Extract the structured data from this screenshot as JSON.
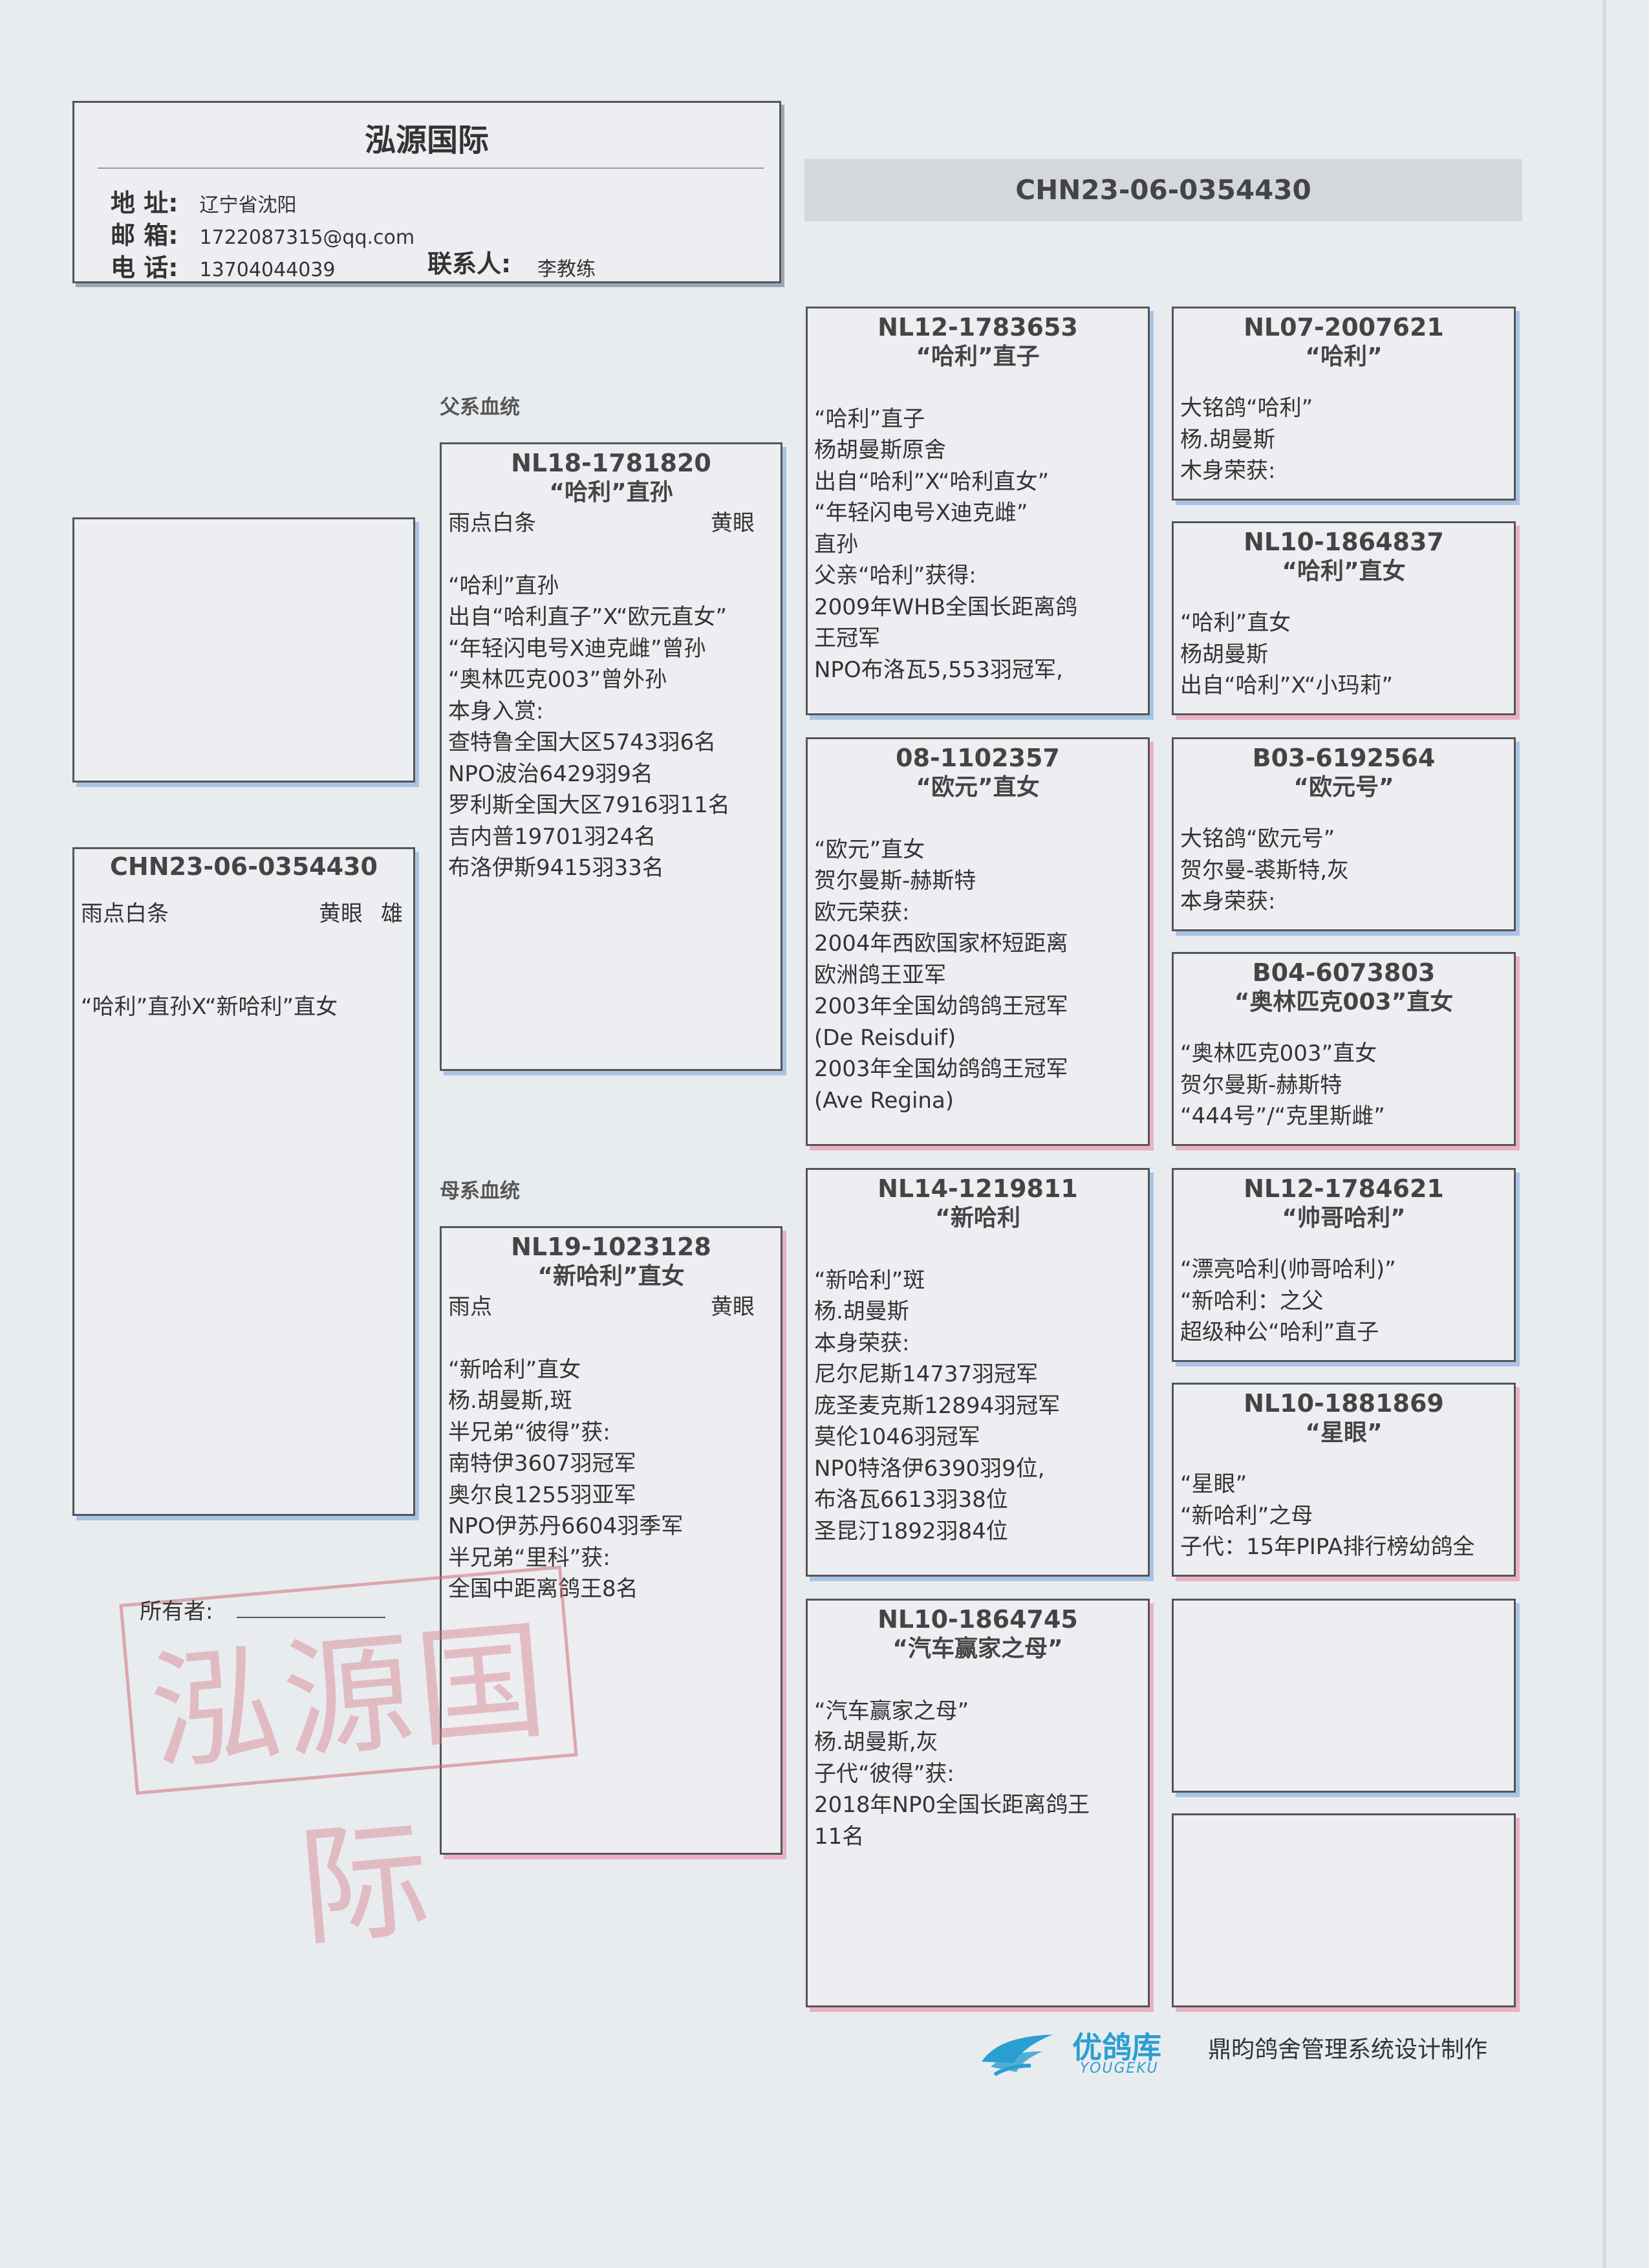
{
  "header": {
    "title": "泓源国际",
    "address_label": "地 址:",
    "address": "辽宁省沈阳",
    "email_label": "邮 箱:",
    "email": "1722087315@qq.com",
    "phone_label": "电 话:",
    "phone": "13704044039",
    "contact_label": "联系人:",
    "contact": "李教练"
  },
  "main_ring": "CHN23-06-0354430",
  "sections": {
    "sire": "父系血统",
    "dam": "母系血统"
  },
  "subject": {
    "ring": "CHN23-06-0354430",
    "color": "雨点白条",
    "eye": "黄眼",
    "sex": "雄",
    "pedigree": "“哈利”直孙X“新哈利”直女"
  },
  "sire": {
    "ring": "NL18-1781820",
    "name": "“哈利”直孙",
    "color": "雨点白条",
    "eye": "黄眼",
    "lines": [
      "",
      "“哈利”直孙",
      "出自“哈利直子”X“欧元直女”",
      "“年轻闪电号X迪克雌”曾孙",
      "“奥林匹克003”曾外孙",
      "本身入赏:",
      "查特鲁全国大区5743羽6名",
      "NPO波治6429羽9名",
      "罗利斯全国大区7916羽11名",
      "吉内普19701羽24名",
      "布洛伊斯9415羽33名"
    ]
  },
  "dam": {
    "ring": "NL19-1023128",
    "name": "“新哈利”直女",
    "color": "雨点",
    "eye": "黄眼",
    "lines": [
      "",
      "“新哈利”直女",
      "杨.胡曼斯,斑",
      "半兄弟“彼得”获:",
      "南特伊3607羽冠军",
      "奥尔良1255羽亚军",
      "NPO伊苏丹6604羽季军",
      "半兄弟“里科”获:",
      "全国中距离鸽王8名"
    ]
  },
  "gen3": [
    {
      "ring": "NL12-1783653",
      "name": "“哈利”直子",
      "lines": [
        "",
        "“哈利”直子",
        "杨胡曼斯原舍",
        "出自“哈利”X“哈利直女”",
        "“年轻闪电号X迪克雌”",
        "直孙",
        "父亲“哈利”获得:",
        "2009年WHB全国长距离鸽",
        "王冠军",
        "NPO布洛瓦5,553羽冠军,"
      ]
    },
    {
      "ring": "08-1102357",
      "name": "“欧元”直女",
      "lines": [
        "",
        "“欧元”直女",
        "贺尔曼斯-赫斯特",
        "欧元荣获:",
        "2004年西欧国家杯短距离",
        "欧洲鸽王亚军",
        "2003年全国幼鸽鸽王冠军",
        "(De Reisduif)",
        "2003年全国幼鸽鸽王冠军",
        "(Ave Regina)"
      ]
    },
    {
      "ring": "NL14-1219811",
      "name": "“新哈利",
      "lines": [
        "",
        "“新哈利”斑",
        "杨.胡曼斯",
        "本身荣获:",
        "尼尔尼斯14737羽冠军",
        "庞圣麦克斯12894羽冠军",
        "莫伦1046羽冠军",
        "NP0特洛伊6390羽9位,",
        "布洛瓦6613羽38位",
        "圣昆汀1892羽84位"
      ]
    },
    {
      "ring": "NL10-1864745",
      "name": "“汽车赢家之母”",
      "lines": [
        "",
        "“汽车赢家之母”",
        "杨.胡曼斯,灰",
        "子代“彼得”获:",
        "2018年NP0全国长距离鸽王",
        "11名"
      ]
    }
  ],
  "gen4": [
    {
      "ring": "NL07-2007621",
      "name": "“哈利”",
      "lines": [
        "大铭鸽“哈利”",
        "杨.胡曼斯",
        "木身荣获:"
      ]
    },
    {
      "ring": "NL10-1864837",
      "name": "“哈利”直女",
      "lines": [
        "“哈利”直女",
        "杨胡曼斯",
        "出自“哈利”X“小玛莉”"
      ]
    },
    {
      "ring": "B03-6192564",
      "name": "“欧元号”",
      "lines": [
        "大铭鸽“欧元号”",
        "贺尔曼-裘斯特,灰",
        "本身荣获:"
      ]
    },
    {
      "ring": "B04-6073803",
      "name": "“奥林匹克003”直女",
      "lines": [
        "“奥林匹克003”直女",
        "贺尔曼斯-赫斯特",
        "“444号”/“克里斯雌”"
      ]
    },
    {
      "ring": "NL12-1784621",
      "name": "“帅哥哈利”",
      "lines": [
        "“漂亮哈利(帅哥哈利)”",
        "“新哈利：之父",
        "超级种公“哈利”直子"
      ]
    },
    {
      "ring": "NL10-1881869",
      "name": "“星眼”",
      "lines": [
        "“星眼”",
        "“新哈利”之母",
        "子代：15年PIPA排行榜幼鸽全"
      ]
    }
  ],
  "owner_label": "所有者:",
  "stamp_text": "泓源国际",
  "footer": {
    "logo_cn": "优鸽库",
    "logo_en": "YOUGEKU",
    "credit": "鼎昀鸽舍管理系统设计制作"
  }
}
